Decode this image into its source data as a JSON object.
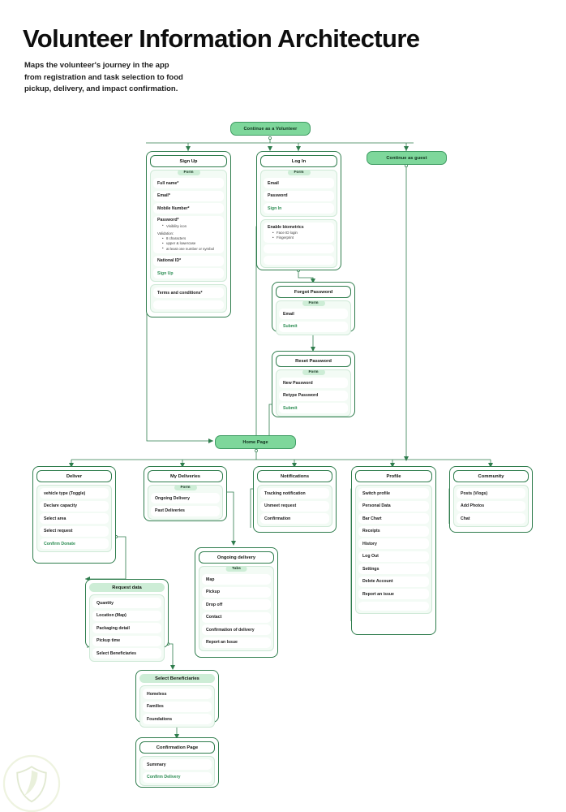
{
  "header": {
    "title": "Volunteer Information Architecture",
    "subtitle": "Maps the volunteer's journey in the app\nfrom registration and task selection to food\npickup, delivery, and impact confirmation."
  },
  "theme": {
    "pill_fill": "#7ed79b",
    "pill_border": "#3f9b63",
    "card_border": "#2f7d4d",
    "group_fill": "#f3fbf5",
    "badge_fill": "#cdedd6",
    "link_text": "#2f8f55",
    "page_bg": "#ffffff"
  },
  "nodes": {
    "continue_volunteer": {
      "label": "Continue as a Volunteer"
    },
    "continue_guest": {
      "label": "Continue as guest"
    },
    "home_page": {
      "label": "Home Page"
    },
    "signup": {
      "title": "Sign Up",
      "group_label": "Form",
      "fields": [
        "Full name*",
        "Email*",
        "Mobile Number*",
        "Password*",
        "National ID*"
      ],
      "password_bullet": "Visibility icon",
      "validation_label": "Validation:",
      "validation_items": [
        "8 characters",
        "upper & lowercase",
        "at least one number or symbol"
      ],
      "submit": "Sign Up",
      "terms": "Terms and conditions*"
    },
    "login": {
      "title": "Log In",
      "group_label": "Form",
      "fields": [
        "Email",
        "Password"
      ],
      "submit": "Sign In",
      "biometrics_label": "Enable biometrics",
      "biometrics_items": [
        "Face ID login",
        "Fingerprint"
      ]
    },
    "forgot_password": {
      "title": "Forgot Password",
      "group_label": "Form",
      "fields": [
        "Email"
      ],
      "submit": "Submit"
    },
    "reset_password": {
      "title": "Reset Password",
      "group_label": "Form",
      "fields": [
        "New Password",
        "Retype Password"
      ],
      "submit": "Submit"
    },
    "deliver": {
      "title": "Deliver",
      "items": [
        "vehicle type (Toggle)",
        "Declare capacity",
        "Select area",
        "Select request"
      ],
      "submit": "Confirm Donate"
    },
    "my_deliveries": {
      "title": "My Deliveries",
      "group_label": "Form",
      "items": [
        "Ongoing Delivery",
        "Past Deliveries"
      ]
    },
    "notifications": {
      "title": "Notifications",
      "items": [
        "Tracking notification",
        "Unmeet request",
        "Confirmation"
      ]
    },
    "profile": {
      "title": "Profile",
      "items": [
        "Switch profile",
        "Personal Data",
        "Bar Chart",
        "Receipts",
        "History",
        "Log Out",
        "Settings",
        "Delete Account",
        "Report an issue"
      ]
    },
    "community": {
      "title": "Community",
      "items": [
        "Posts (Vlogs)",
        "Add Photos",
        "Chat"
      ]
    },
    "ongoing_delivery": {
      "title": "Ongoing delivery",
      "group_label": "Tabs",
      "items": [
        "Map",
        "Pickup",
        "Drop off",
        "Contact",
        "Confirmation of delivery",
        "Report an Issue"
      ]
    },
    "request_data": {
      "title": "Request data",
      "items": [
        "Quantity",
        "Location (Map)",
        "Packaging detail",
        "Pickup time",
        "Select Beneficiaries"
      ]
    },
    "select_beneficiaries": {
      "title": "Select Beneficiaries",
      "items": [
        "Homeless",
        "Families",
        "Foundations"
      ]
    },
    "confirmation_page": {
      "title": "Confirmation Page",
      "items": [
        "Summary"
      ],
      "submit": "Confirm Delivery"
    }
  },
  "watermark": {
    "name": "shield-logo-watermark"
  }
}
